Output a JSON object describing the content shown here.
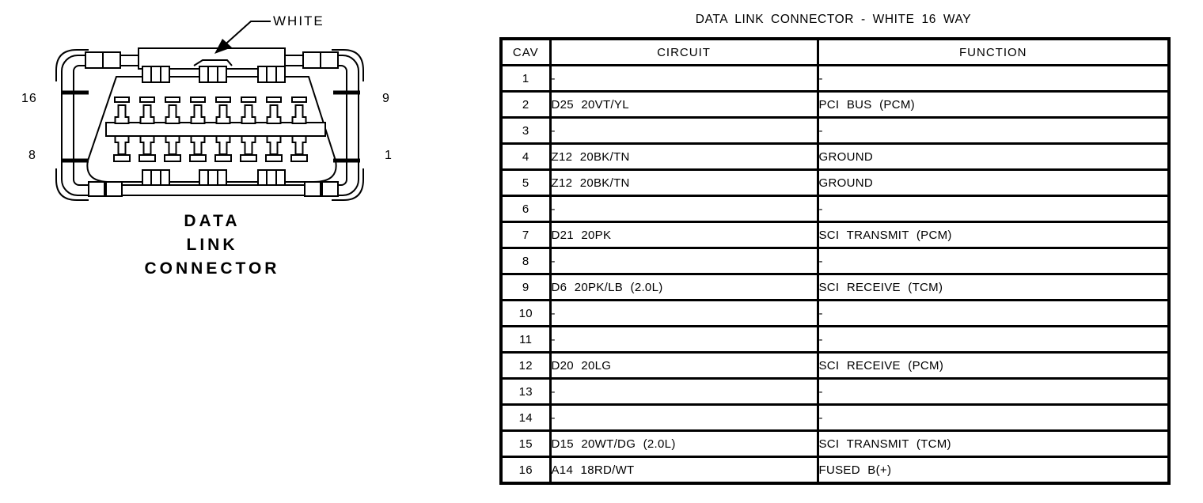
{
  "figure": {
    "color_label": "WHITE",
    "caption_lines": [
      "DATA",
      "LINK",
      "CONNECTOR"
    ],
    "pin_labels": {
      "top_left": "16",
      "top_right": "9",
      "bottom_left": "8",
      "bottom_right": "1"
    }
  },
  "table": {
    "title": "DATA LINK CONNECTOR - WHITE 16 WAY",
    "columns": [
      "CAV",
      "CIRCUIT",
      "FUNCTION"
    ],
    "rows": [
      {
        "cav": "1",
        "circuit": "-",
        "function": "-"
      },
      {
        "cav": "2",
        "circuit": "D25 20VT/YL",
        "function": "PCI BUS (PCM)"
      },
      {
        "cav": "3",
        "circuit": "-",
        "function": "-"
      },
      {
        "cav": "4",
        "circuit": "Z12 20BK/TN",
        "function": "GROUND"
      },
      {
        "cav": "5",
        "circuit": "Z12 20BK/TN",
        "function": "GROUND"
      },
      {
        "cav": "6",
        "circuit": "-",
        "function": "-"
      },
      {
        "cav": "7",
        "circuit": "D21 20PK",
        "function": "SCI TRANSMIT (PCM)"
      },
      {
        "cav": "8",
        "circuit": "-",
        "function": "-"
      },
      {
        "cav": "9",
        "circuit": "D6 20PK/LB (2.0L)",
        "function": "SCI RECEIVE (TCM)"
      },
      {
        "cav": "10",
        "circuit": "-",
        "function": "-"
      },
      {
        "cav": "11",
        "circuit": "-",
        "function": "-"
      },
      {
        "cav": "12",
        "circuit": "D20 20LG",
        "function": "SCI RECEIVE (PCM)"
      },
      {
        "cav": "13",
        "circuit": "-",
        "function": "-"
      },
      {
        "cav": "14",
        "circuit": "-",
        "function": "-"
      },
      {
        "cav": "15",
        "circuit": "D15 20WT/DG (2.0L)",
        "function": "SCI TRANSMIT (TCM)"
      },
      {
        "cav": "16",
        "circuit": "A14 18RD/WT",
        "function": "FUSED B(+)"
      }
    ]
  },
  "colors": {
    "ink": "#000000",
    "background": "#ffffff"
  }
}
